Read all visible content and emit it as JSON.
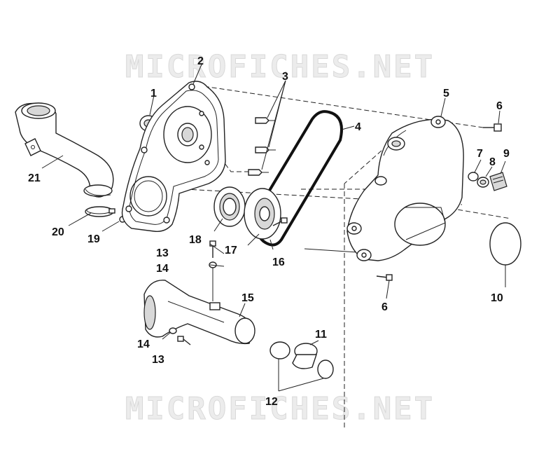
{
  "watermark": {
    "top": "MICROFICHES.NET",
    "bottom": "MICROFICHES.NET"
  },
  "callouts": {
    "c1": "1",
    "c2": "2",
    "c3": "3",
    "c4": "4",
    "c5": "5",
    "c6a": "6",
    "c6b": "6",
    "c7": "7",
    "c8": "8",
    "c9": "9",
    "c10": "10",
    "c11": "11",
    "c12": "12",
    "c13a": "13",
    "c13b": "13",
    "c14a": "14",
    "c14b": "14",
    "c15": "15",
    "c16": "16",
    "c17": "17",
    "c18": "18",
    "c19": "19",
    "c20": "20",
    "c21": "21"
  }
}
